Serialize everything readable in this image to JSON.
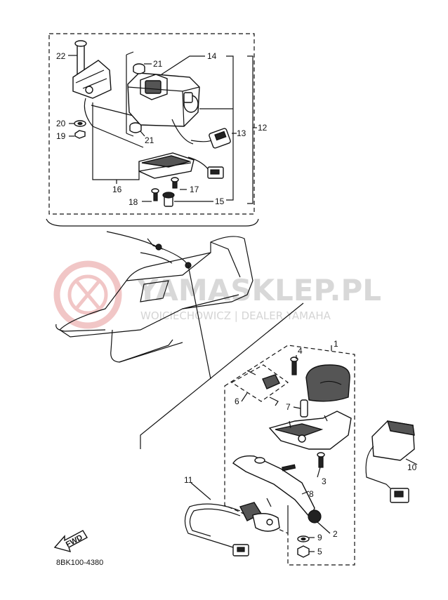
{
  "diagram_code": "8BK100-4380",
  "fwd_label": "FWD",
  "watermark": {
    "title": "YAMASKLEP.PL",
    "subtitle": "WOJCIECHOWICZ | DEALER YAMAHA"
  },
  "callouts": {
    "c1": "1",
    "c2": "2",
    "c3": "3",
    "c4": "4",
    "c5": "5",
    "c6": "6",
    "c7": "7",
    "c8": "8",
    "c9": "9",
    "c10": "10",
    "c11": "11",
    "c12": "12",
    "c13": "13",
    "c14": "14",
    "c15": "15",
    "c16": "16",
    "c17": "17",
    "c18": "18",
    "c19": "19",
    "c20": "20",
    "c21a": "21",
    "c21b": "21",
    "c22": "22"
  },
  "colors": {
    "ink": "#111111",
    "watermark_logo": "#e8a0a0",
    "watermark_text": "#b8b8b8"
  }
}
